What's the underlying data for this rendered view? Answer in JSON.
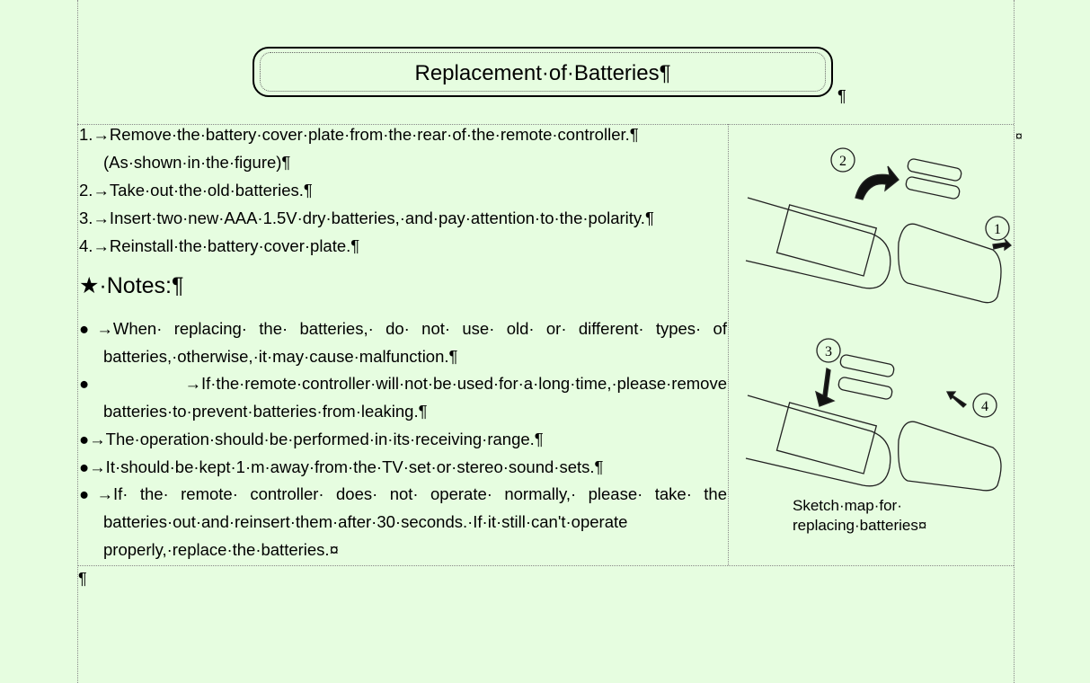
{
  "title": "Replacement·of·Batteries¶",
  "title_after_mark": "¶",
  "cell_end_mark": "¤",
  "steps": [
    "1.→Remove·the·battery·cover·plate·from·the·rear·of·the·remote·controller.¶",
    "(As·shown·in·the·figure)¶",
    "2.→Take·out·the·old·batteries.¶",
    "3.→Insert·two·new·AAA·1.5V·dry·batteries,·and·pay·attention·to·the·polarity.¶",
    "4.→Reinstall·the·battery·cover·plate.¶"
  ],
  "notes_heading": "★·Notes:¶",
  "notes_lines": [
    "●→When· replacing· the· batteries,· do· not· use· old· or· different· types· of",
    "batteries,·otherwise,·it·may·cause·malfunction.¶",
    "●→If·the·remote·controller·will·not·be·used·for·a·long·time,·please·remove",
    "batteries·to·prevent·batteries·from·leaking.¶",
    "●→The·operation·should·be·performed·in·its·receiving·range.¶",
    "●→It·should·be·kept·1·m·away·from·the·TV·set·or·stereo·sound·sets.¶",
    "●→If· the· remote· controller· does· not· operate· normally,· please· take· the",
    "batteries·out·and·reinsert·them·after·30·seconds.·If·it·still·can't·operate",
    "properly,·replace·the·batteries.¤"
  ],
  "figure": {
    "step_labels": [
      "1",
      "2",
      "3",
      "4"
    ],
    "caption_line1": "Sketch·map·for·",
    "caption_line2": "replacing·batteries¤"
  },
  "trailing_mark": "¶"
}
